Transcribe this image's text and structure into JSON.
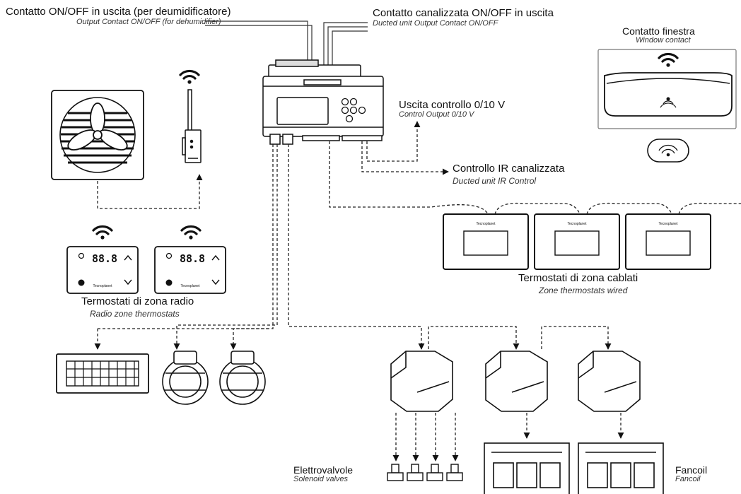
{
  "labels": {
    "out_dehum_it": "Contatto ON/OFF in uscita (per deumidificatore)",
    "out_dehum_en": "Output Contact ON/OFF (for dehumidifier)",
    "out_ducted_it": "Contatto canalizzata ON/OFF in uscita",
    "out_ducted_en": "Ducted unit Output Contact ON/OFF",
    "window_it": "Contatto finestra",
    "window_en": "Window contact",
    "ctrl010_it": "Uscita controllo 0/10 V",
    "ctrl010_en": "Control Output 0/10 V",
    "ir_it": "Controllo IR canalizzata",
    "ir_en": "Ducted unit IR Control",
    "wired_it": "Termostati di zona cablati",
    "wired_en": "Zone thermostats wired",
    "radio_it": "Termostati di zona radio",
    "radio_en": "Radio zone thermostats",
    "valves_it": "Elettrovalvole",
    "valves_en": "Solenoid valves",
    "fancoil_it": "Fancoil",
    "fancoil_en": "Fancoil"
  },
  "thermostat_display": "88.8",
  "brand": "Tecnoplanet"
}
